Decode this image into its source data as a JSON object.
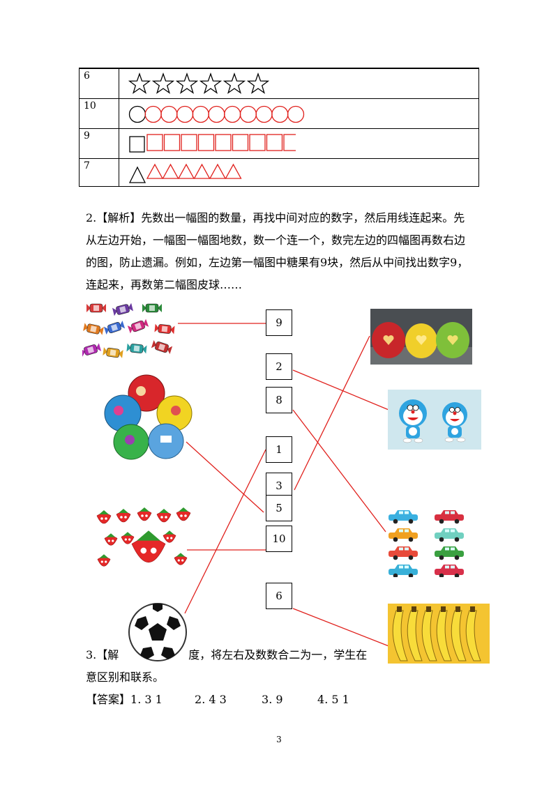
{
  "table": {
    "rows": [
      {
        "count": "6",
        "shape": "star",
        "first_black": true,
        "total": 6
      },
      {
        "count": "10",
        "shape": "circle",
        "first_black": true,
        "total": 11
      },
      {
        "count": "9",
        "shape": "square",
        "first_black": true,
        "total": 10
      },
      {
        "count": "7",
        "shape": "triangle",
        "first_black": true,
        "total": 7
      }
    ],
    "red_color": "#e0201c"
  },
  "explanation2": {
    "lines": [
      "2.【解析】先数出一幅图的数量，再找中间对应的数字，然后用线连起来。先",
      "从左边开始，一幅图一幅图地数，数一个连一个，数完左边的四幅图再数右边",
      "的图，防止遗漏。例如，左边第一幅图中糖果有9块，然后从中间找出数字9，",
      "连起来，再数第二幅图皮球……"
    ]
  },
  "matching": {
    "numbers": [
      "9",
      "2",
      "8",
      "1",
      "3",
      "5",
      "10",
      "6"
    ],
    "left_pictures": [
      "candies",
      "balls",
      "strawberries",
      "soccer-ball"
    ],
    "right_pictures": [
      "apples",
      "doraemon",
      "cars",
      "bananas"
    ]
  },
  "explanation3": {
    "line1_a": "3.【解",
    "line1_b": "度，将左右及数数合二为一，学生在",
    "line2": "意区别和联系。"
  },
  "answer": {
    "label": "【答案】",
    "items": [
      "1. 3 1",
      "2. 4 3",
      "3. 9",
      "4. 5 1"
    ]
  },
  "page_number": "3"
}
